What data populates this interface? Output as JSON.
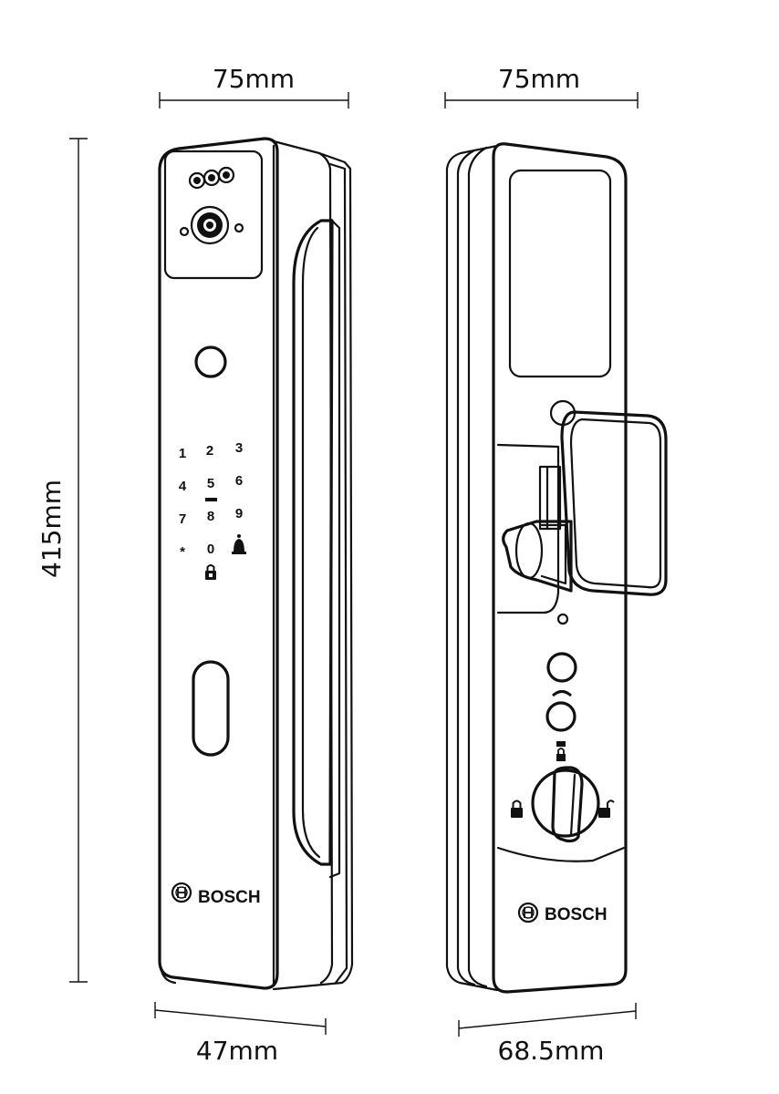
{
  "dimensions": {
    "front_width": "75mm",
    "side_width": "75mm",
    "height": "415mm",
    "front_depth": "47mm",
    "side_depth": "68.5mm"
  },
  "front_lock": {
    "keypad": [
      "1",
      "2",
      "3",
      "4",
      "5",
      "6",
      "7",
      "8",
      "9",
      "*",
      "0"
    ],
    "brand": "BOSCH"
  },
  "back_lock": {
    "brand": "BOSCH"
  }
}
